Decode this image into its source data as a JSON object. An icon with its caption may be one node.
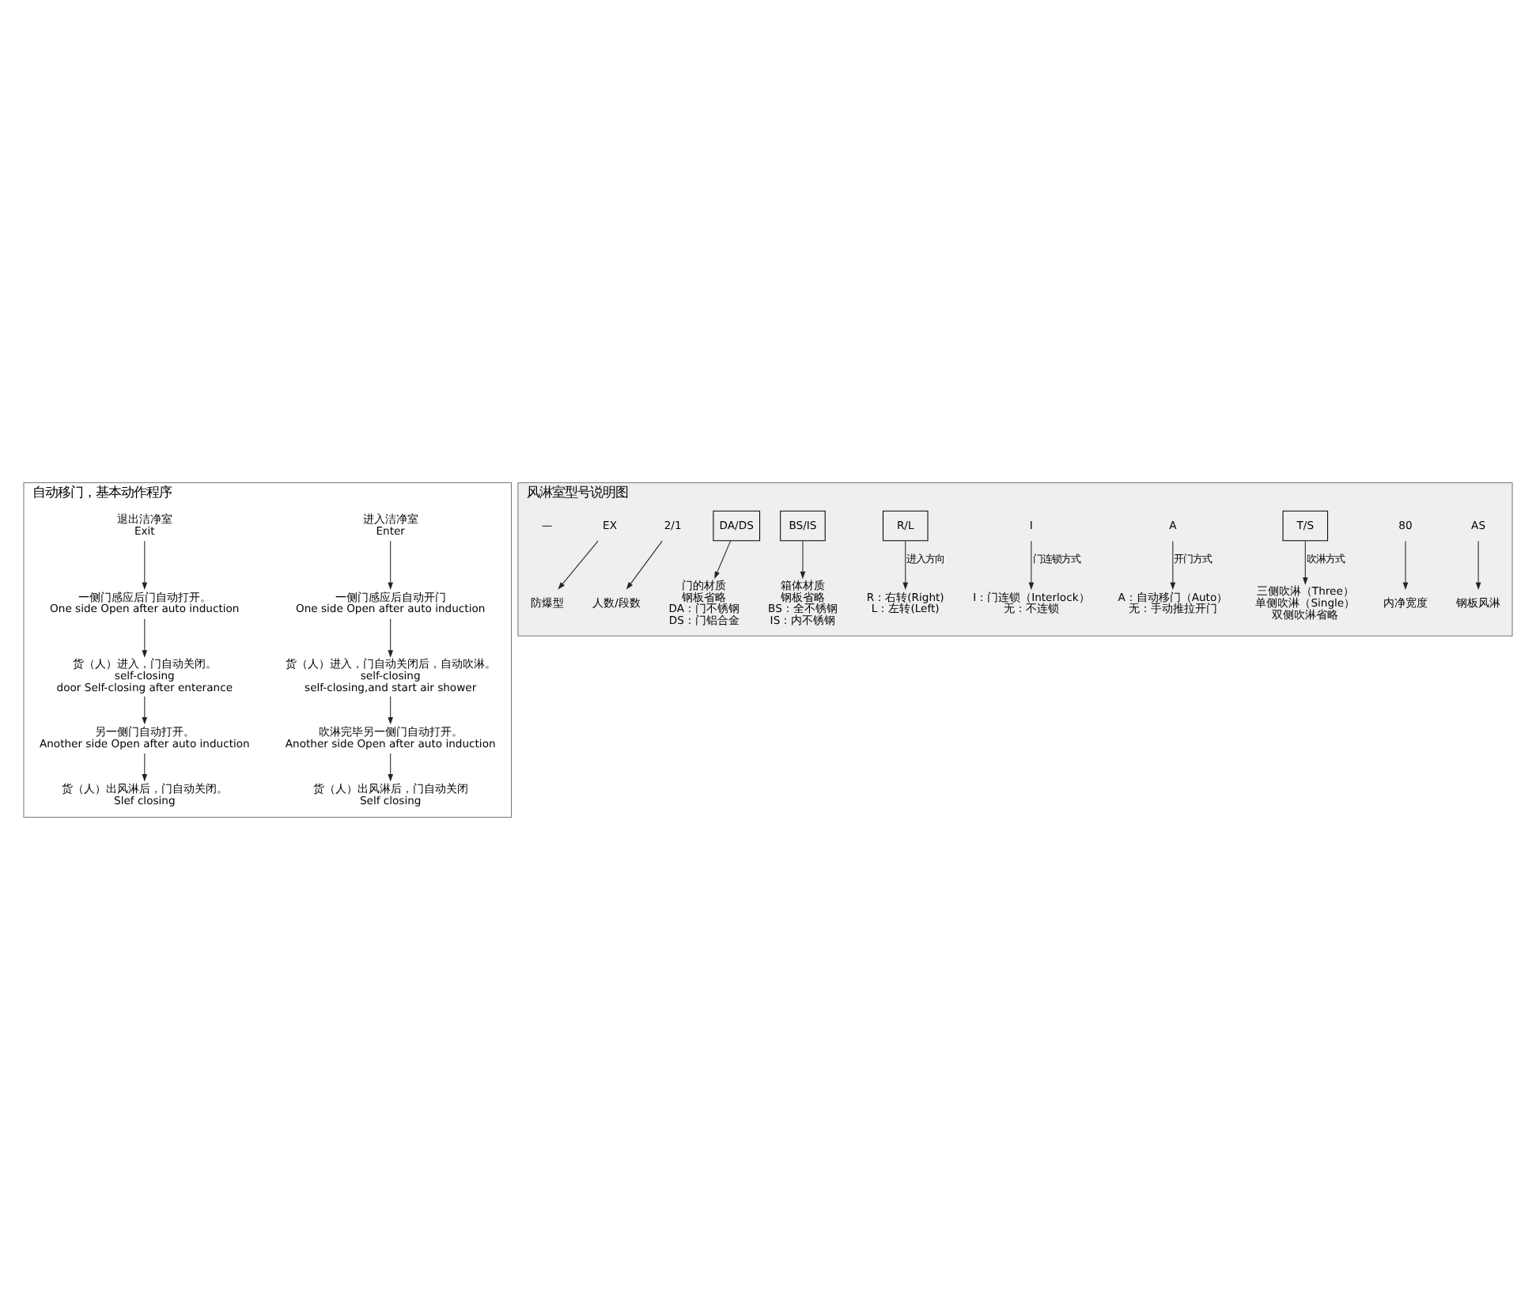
{
  "diagram": {
    "nodes": [
      {
        "text": [
          "自动移门，基本动作程序"
        ]
      },
      {
        "text": [
          "进入洁净室",
          "Enter"
        ],
        "in": 0
      },
      {
        "text": [
          "一侧门感应后自动开门",
          "One side Open after auto induction"
        ],
        "in": 0
      },
      {
        "text": [
          "货（人）进入，门自动关闭后，自动吹淋。",
          "self-closing",
          "self-closing,and start air shower"
        ],
        "in": 0
      },
      {
        "text": [
          "吹淋完毕另一侧门自动打开。",
          "Another side Open after auto induction"
        ],
        "in": 0
      },
      {
        "text": [
          "货（人）出风淋后，门自动关闭",
          "Self closing"
        ],
        "in": 0
      },
      {
        "text": [
          "退出洁净室",
          "Exit"
        ],
        "in": 0
      },
      {
        "text": [
          "一侧门感应后门自动打开。",
          "One side Open after auto induction"
        ],
        "in": 0
      },
      {
        "text": [
          "货（人）进入，门自动关闭。",
          "self-closing",
          "door Self-closing after enterance"
        ],
        "in": 0
      },
      {
        "text": [
          "另一侧门自动打开。",
          "Another side Open after auto induction"
        ],
        "in": 0
      },
      {
        "text": [
          "货（人）出风淋后，门自动关闭。",
          "Slef closing"
        ],
        "in": 0
      },
      {
        "text": [
          "风淋室型号说明图"
        ]
      },
      {
        "text": [
          "AS"
        ],
        "in": 11
      },
      {
        "text": [
          "80"
        ],
        "in": 11
      },
      {
        "text": [
          "T/S"
        ],
        "in": 11
      },
      {
        "text": [
          "A"
        ],
        "in": 11
      },
      {
        "text": [
          "I"
        ],
        "in": 11
      },
      {
        "text": [
          "R/L"
        ],
        "in": 11
      },
      {
        "text": [
          "BS/IS"
        ],
        "in": 11
      },
      {
        "text": [
          "DA/DS"
        ],
        "in": 11
      },
      {
        "text": [
          "2/1"
        ],
        "in": 11
      },
      {
        "text": [
          "EX"
        ],
        "in": 11
      },
      {
        "text": [
          "钢板风淋"
        ],
        "in": 11
      },
      {
        "text": [
          "内净宽度"
        ],
        "in": 11
      },
      {
        "text": [
          "三侧吹淋（Three）",
          "单侧吹淋（Single）",
          "双侧吹淋省略"
        ],
        "in": 11
      },
      {
        "text": [
          "A：自动移门（Auto）",
          "无：手动推拉开门"
        ],
        "in": 11
      },
      {
        "text": [
          "箱体材质",
          "钢板省略",
          "BS：全不锈钢",
          "IS：内不锈钢"
        ],
        "in": 11
      },
      {
        "text": [
          "门的材质",
          "钢板省略",
          "DA：门不锈钢",
          "DS：门铝合金"
        ],
        "in": 11
      },
      {
        "text": [
          "人数/段数"
        ],
        "in": 11
      },
      {
        "text": [
          "防爆型"
        ],
        "in": 11
      },
      {
        "text": [
          "R：右转(Right)",
          "L：左转(Left)"
        ],
        "in": 11
      },
      {
        "text": [
          "I：门连锁（Interlock）",
          "无：不连锁"
        ],
        "in": 11
      }
    ],
    "edges": [
      {
        "from": 1,
        "to": 2,
        "arrow": "to"
      },
      {
        "from": 2,
        "to": 3,
        "arrow": "to"
      },
      {
        "from": 3,
        "to": 4,
        "arrow": "to"
      },
      {
        "from": 4,
        "to": 5,
        "arrow": "to"
      },
      {
        "from": 6,
        "to": 7,
        "arrow": "to"
      },
      {
        "from": 7,
        "to": 8,
        "arrow": "to"
      },
      {
        "from": 8,
        "to": 9,
        "arrow": "to"
      },
      {
        "from": 9,
        "to": 10,
        "arrow": "to"
      },
      {
        "from": 12,
        "to": 22,
        "arrow": "to"
      },
      {
        "from": 13,
        "to": 23,
        "arrow": "to"
      },
      {
        "from": 14,
        "to": 24,
        "arrow": "to",
        "label": "吹淋方式"
      },
      {
        "from": 15,
        "to": 25,
        "arrow": "to",
        "label": "开门方式"
      },
      {
        "from": 18,
        "to": 26,
        "arrow": "to"
      },
      {
        "from": 19,
        "to": 27,
        "arrow": "to"
      },
      {
        "from": 20,
        "to": 28,
        "arrow": "to"
      },
      {
        "from": 21,
        "to": 29,
        "arrow": "to"
      },
      {
        "from": 17,
        "to": 30,
        "arrow": "to",
        "label": "进入方向"
      },
      {
        "from": 16,
        "to": 31,
        "arrow": "to",
        "label": "门连锁方式"
      }
    ],
    "labels": [
      "—"
    ]
  }
}
